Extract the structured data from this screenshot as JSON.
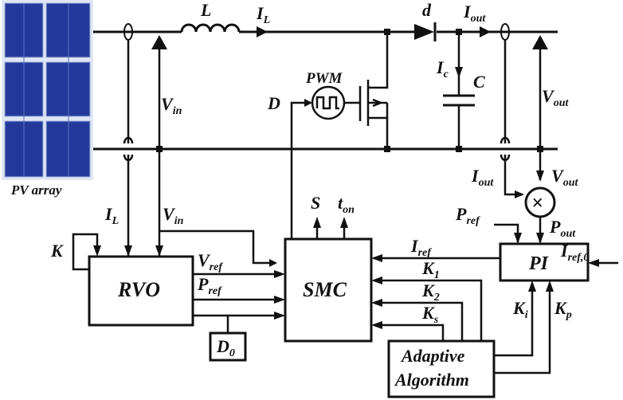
{
  "pv_array": {
    "label": "PV array"
  },
  "power_stage": {
    "inductor": {
      "label": "L"
    },
    "inductor_current": {
      "label": "I",
      "sub": "L"
    },
    "diode": {
      "label": "d"
    },
    "output_current": {
      "label": "I",
      "sub": "out"
    },
    "capacitor_current": {
      "label": "I",
      "sub": "c"
    },
    "capacitor": {
      "label": "C"
    },
    "pwm": {
      "label": "PWM"
    },
    "duty": {
      "label": "D"
    },
    "input_voltage": {
      "label": "V",
      "sub": "in"
    },
    "output_voltage": {
      "label": "V",
      "sub": "out"
    }
  },
  "sensing": {
    "iout_label": {
      "label": "I",
      "sub": "out"
    },
    "vout_label": {
      "label": "V",
      "sub": "out"
    },
    "il_label": {
      "label": "I",
      "sub": "L"
    },
    "vin_label": {
      "label": "V",
      "sub": "in"
    },
    "multiplier_symbol": "×",
    "pout_label": {
      "label": "P",
      "sub": "out"
    },
    "pref_label": {
      "label": "P",
      "sub": "ref"
    }
  },
  "blocks": {
    "rvo": {
      "label": "RVO",
      "k_label": "K",
      "d0_label": "D",
      "d0_sub": "0"
    },
    "smc": {
      "label": "SMC",
      "s_label": "S",
      "ton_label": "t",
      "ton_sub": "on"
    },
    "pi": {
      "label": "PI",
      "iref0_label": "I",
      "iref0_sub": "ref,0"
    },
    "adaptive": {
      "line1": "Adaptive",
      "line2": "Algorithm"
    }
  },
  "signals": {
    "vref": {
      "label": "V",
      "sub": "ref"
    },
    "pref": {
      "label": "P",
      "sub": "ref"
    },
    "iref": {
      "label": "I",
      "sub": "ref"
    },
    "k1": {
      "label": "K",
      "sub": "1"
    },
    "k2": {
      "label": "K",
      "sub": "2"
    },
    "ks": {
      "label": "K",
      "sub": "s"
    },
    "ki": {
      "label": "K",
      "sub": "i"
    },
    "kp": {
      "label": "K",
      "sub": "p"
    }
  }
}
